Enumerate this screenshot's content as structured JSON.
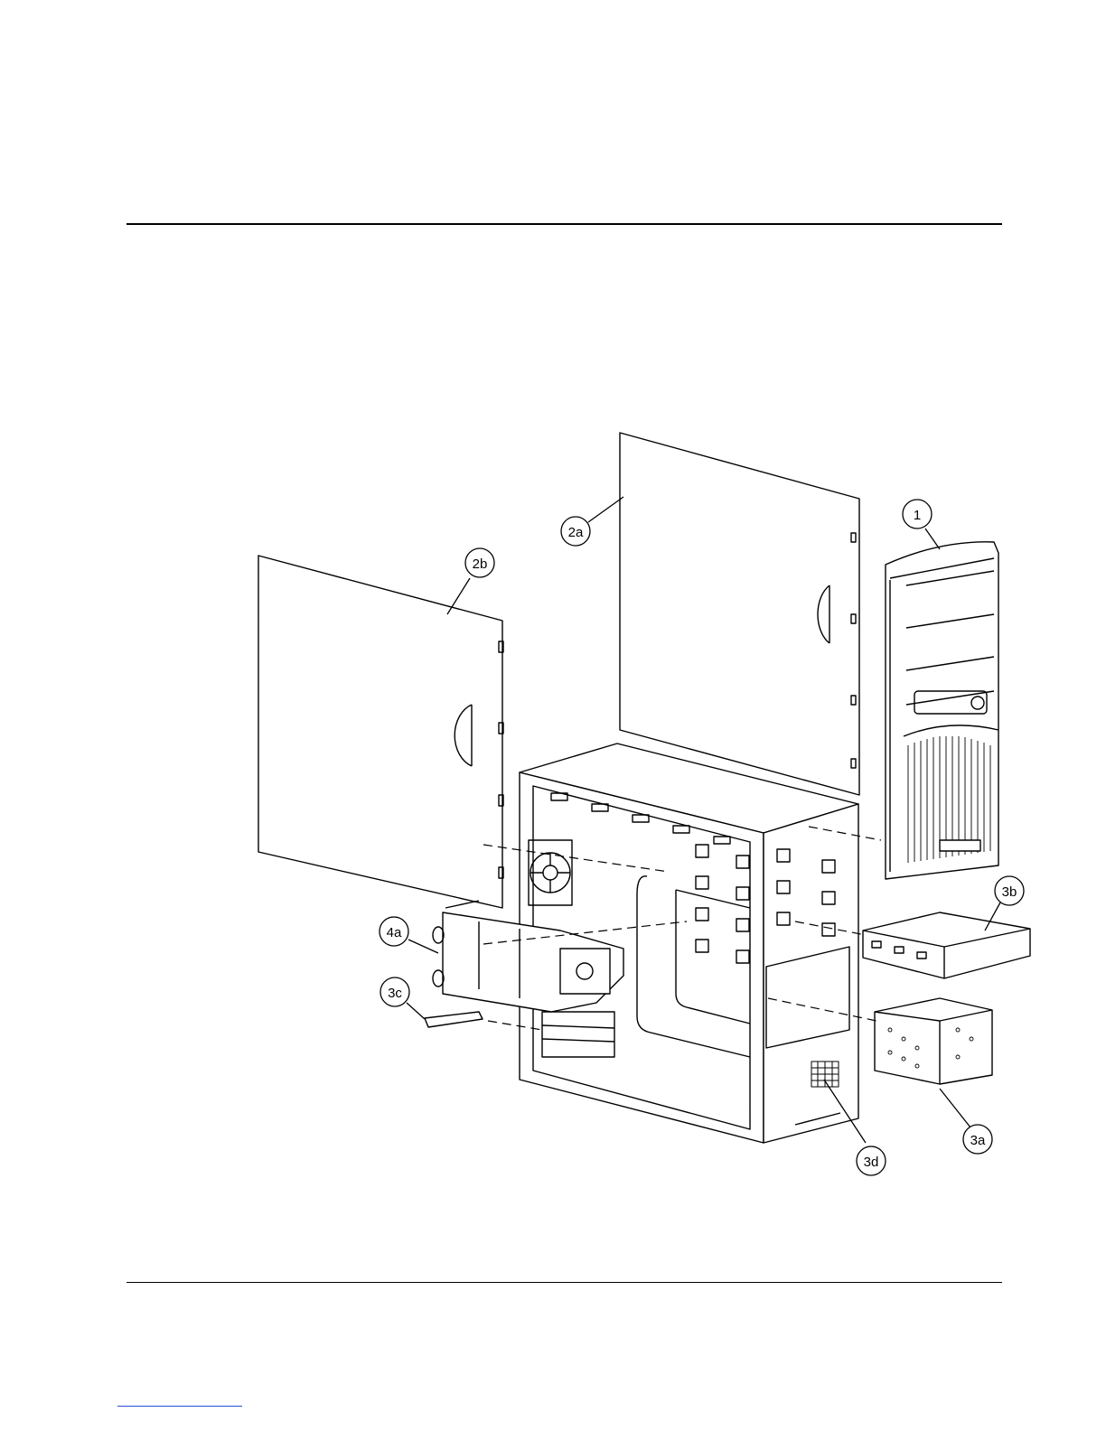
{
  "figure": {
    "callouts": [
      {
        "id": "c1",
        "label": "1"
      },
      {
        "id": "c2a",
        "label": "2a"
      },
      {
        "id": "c2b",
        "label": "2b"
      },
      {
        "id": "c3a",
        "label": "3a"
      },
      {
        "id": "c3b",
        "label": "3b"
      },
      {
        "id": "c3c",
        "label": "3c"
      },
      {
        "id": "c3d",
        "label": "3d"
      },
      {
        "id": "c4a",
        "label": "4a"
      }
    ]
  }
}
